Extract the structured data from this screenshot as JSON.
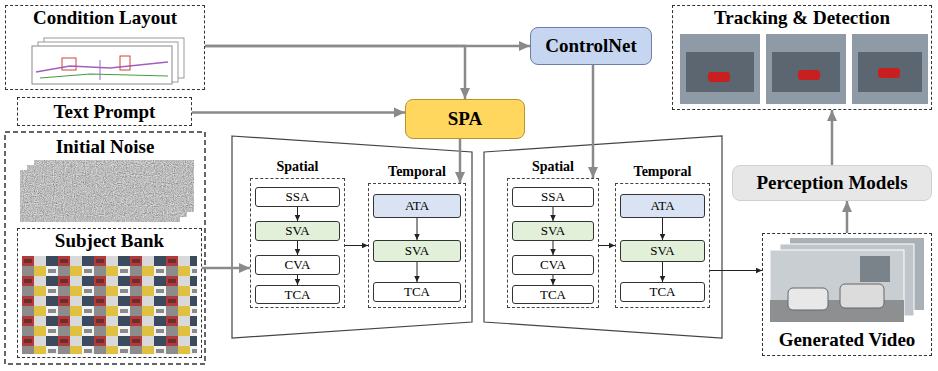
{
  "diagram": {
    "nodes": [
      {
        "text": [
          "Condition Layout"
        ]
      },
      {
        "text": [
          "Text Prompt"
        ]
      },
      {
        "text": [
          "Initial Noise"
        ]
      },
      {
        "text": [
          "Subject Bank"
        ]
      },
      {
        "text": [
          "ControlNet"
        ]
      },
      {
        "text": [
          "SPA"
        ]
      },
      {
        "text": [
          "Spatial"
        ]
      },
      {
        "text": [
          "SSA"
        ],
        "in": 6
      },
      {
        "text": [
          "SVA"
        ],
        "in": 6
      },
      {
        "text": [
          "CVA"
        ],
        "in": 6
      },
      {
        "text": [
          "TCA"
        ],
        "in": 6
      },
      {
        "text": [
          "Temporal"
        ]
      },
      {
        "text": [
          "ATA"
        ],
        "in": 11
      },
      {
        "text": [
          "SVA"
        ],
        "in": 11
      },
      {
        "text": [
          "TCA"
        ],
        "in": 11
      },
      {
        "text": [
          "Spatial"
        ]
      },
      {
        "text": [
          "SSA"
        ],
        "in": 15
      },
      {
        "text": [
          "SVA"
        ],
        "in": 15
      },
      {
        "text": [
          "CVA"
        ],
        "in": 15
      },
      {
        "text": [
          "TCA"
        ],
        "in": 15
      },
      {
        "text": [
          "Temporal"
        ]
      },
      {
        "text": [
          "ATA"
        ],
        "in": 20
      },
      {
        "text": [
          "SVA"
        ],
        "in": 20
      },
      {
        "text": [
          "TCA"
        ],
        "in": 20
      },
      {
        "text": [
          "Tracking & Detection"
        ]
      },
      {
        "text": [
          "Perception Models"
        ]
      },
      {
        "text": [
          "Generated Video"
        ]
      }
    ],
    "edges": [
      {
        "from": 0,
        "to": 4,
        "arrow": "to"
      },
      {
        "from": 0,
        "to": 5,
        "arrow": "to"
      },
      {
        "from": 1,
        "to": 5,
        "arrow": "to"
      },
      {
        "from": 5,
        "to": 11,
        "arrow": "to"
      },
      {
        "from": 4,
        "to": 15,
        "arrow": "to"
      },
      {
        "from": 3,
        "to": 6,
        "arrow": "to"
      },
      {
        "from": 6,
        "to": 11,
        "arrow": "to"
      },
      {
        "from": 7,
        "to": 8,
        "arrow": "to"
      },
      {
        "from": 8,
        "to": 9,
        "arrow": "to"
      },
      {
        "from": 9,
        "to": 10,
        "arrow": "to"
      },
      {
        "from": 12,
        "to": 13,
        "arrow": "to"
      },
      {
        "from": 13,
        "to": 14,
        "arrow": "to"
      },
      {
        "from": 15,
        "to": 20,
        "arrow": "to"
      },
      {
        "from": 16,
        "to": 17,
        "arrow": "to"
      },
      {
        "from": 17,
        "to": 18,
        "arrow": "to"
      },
      {
        "from": 18,
        "to": 19,
        "arrow": "to"
      },
      {
        "from": 21,
        "to": 22,
        "arrow": "to"
      },
      {
        "from": 22,
        "to": 23,
        "arrow": "to"
      },
      {
        "from": 20,
        "to": 26,
        "arrow": "to"
      },
      {
        "from": 26,
        "to": 25,
        "arrow": "to"
      },
      {
        "from": 25,
        "to": 24,
        "arrow": "to"
      }
    ]
  }
}
